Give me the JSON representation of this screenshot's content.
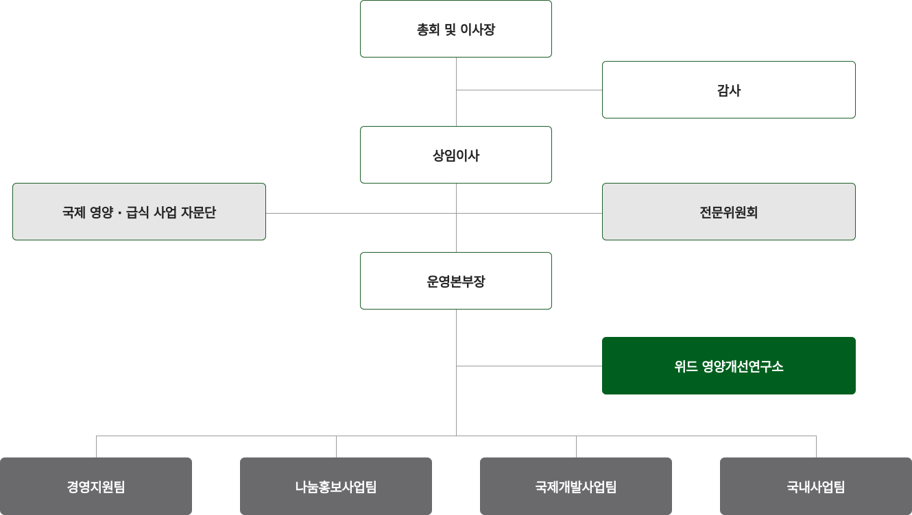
{
  "chart": {
    "general_assembly": "총회 및 이사장",
    "audit": "감사",
    "standing_director": "상임이사",
    "advisory_group": "국제 영양 · 급식 사업 자문단",
    "expert_committee": "전문위원회",
    "operations_head": "운영본부장",
    "research_institute": "위드 영양개선연구소",
    "teams": [
      "경영지원팀",
      "나눔홍보사업팀",
      "국제개발사업팀",
      "국내사업팀"
    ]
  },
  "colors": {
    "border_green": "#1d5e27",
    "highlight_green": "#005f1e",
    "gray_fill": "#e6e6e6",
    "team_fill": "#6a6a6c",
    "connector": "#9a9a9a"
  }
}
